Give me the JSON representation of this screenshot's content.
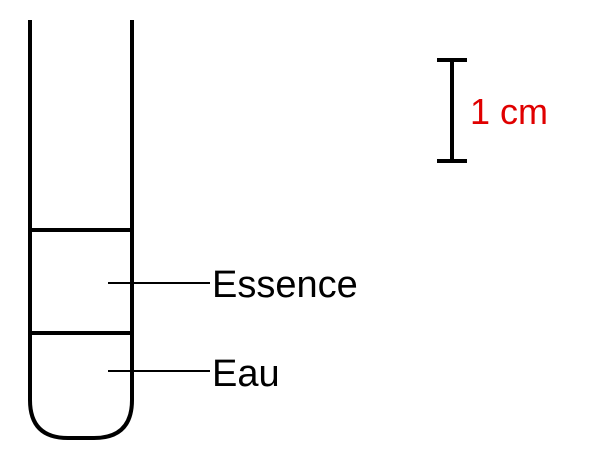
{
  "labels": {
    "upper_layer": "Essence",
    "lower_layer": "Eau"
  },
  "scale": {
    "label": "1 cm",
    "color": "#e00000"
  }
}
